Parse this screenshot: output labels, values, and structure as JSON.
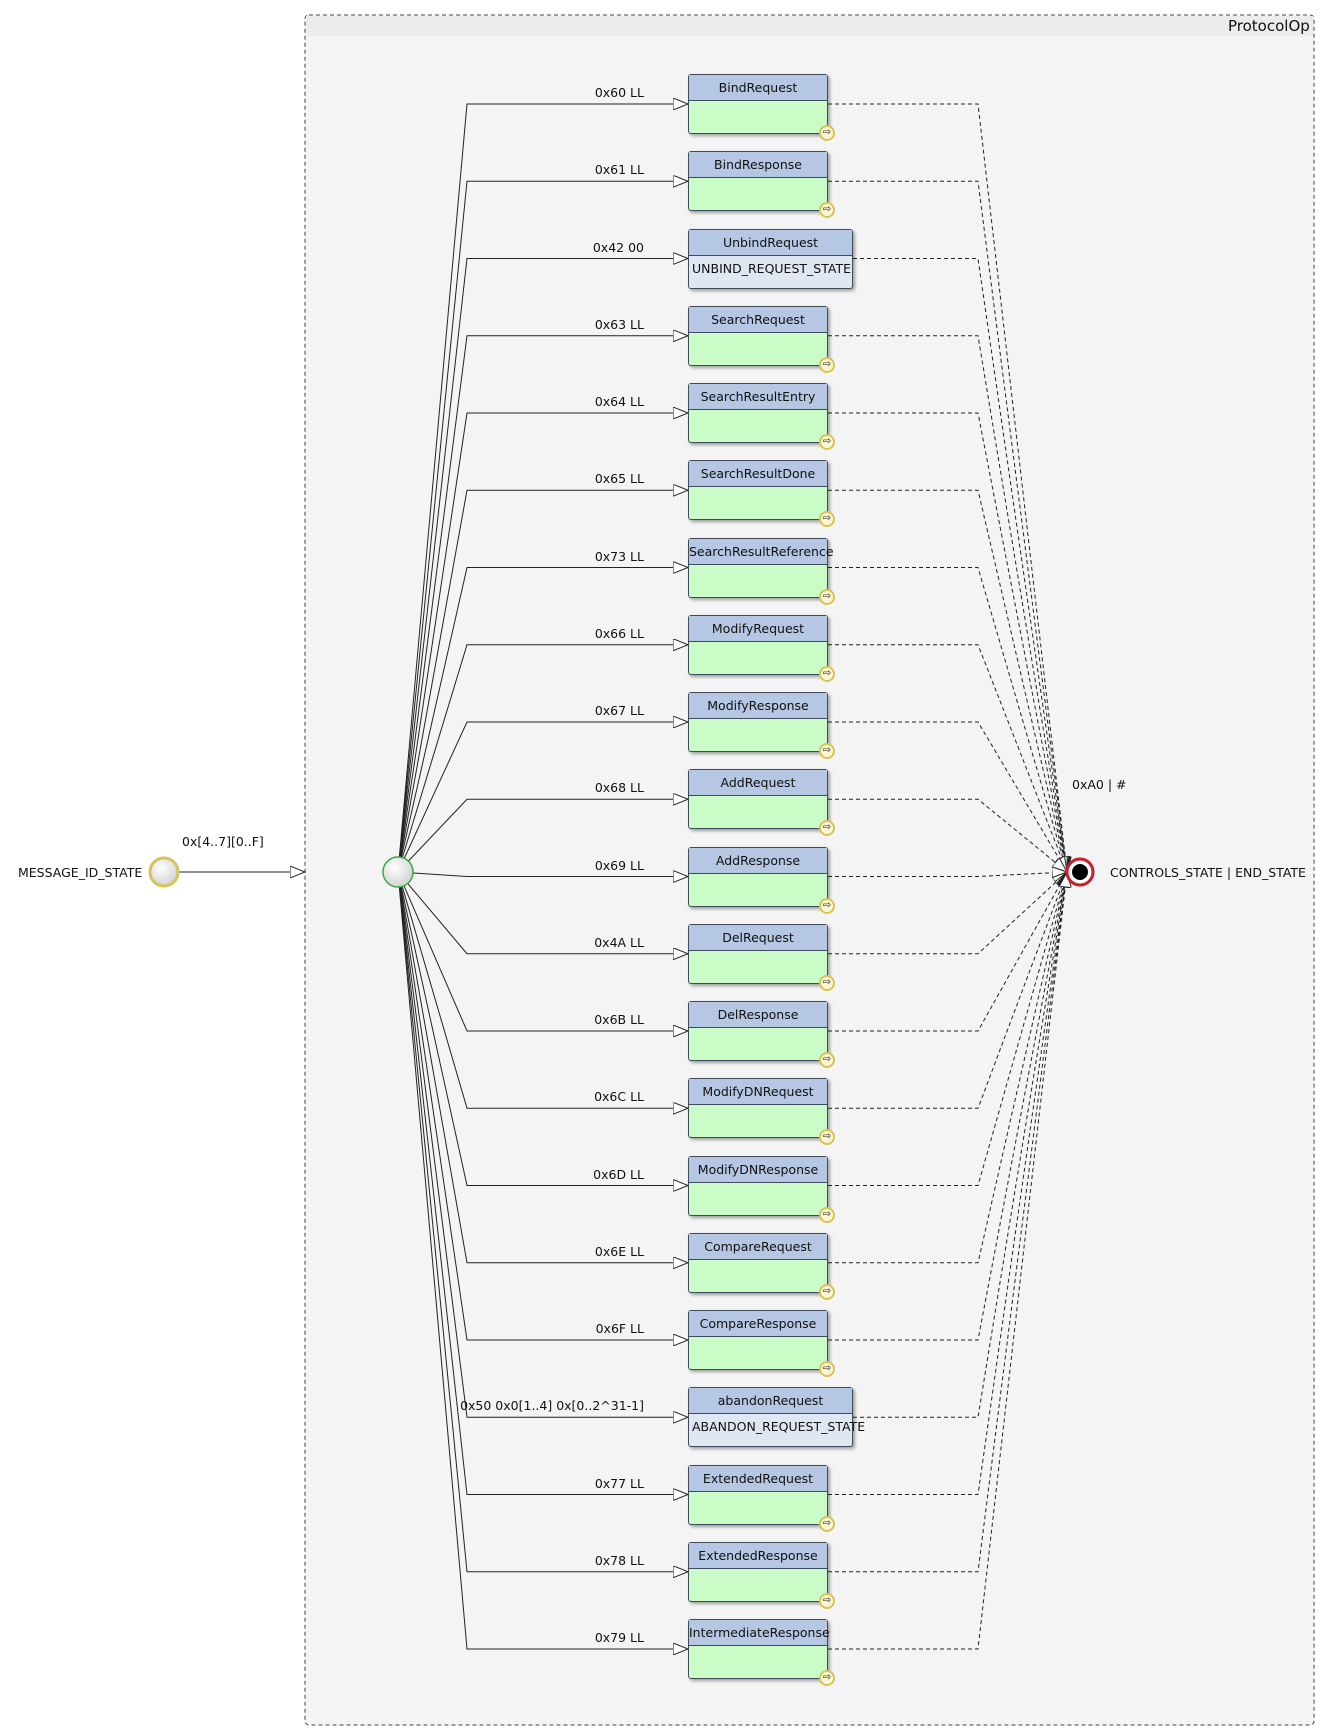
{
  "container": {
    "title": "ProtocolOp"
  },
  "start_state": {
    "label": "MESSAGE_ID_STATE",
    "transition": "0x[4..7][0..F]"
  },
  "end_state": {
    "label": "CONTROLS_STATE | END_STATE",
    "transition": "0xA0 | #"
  },
  "icons": {
    "submachine": "submachine-arrow-icon",
    "submachine_glyph": "⇨"
  },
  "colors": {
    "head": "#b5c7e3",
    "body_green": "#c9fcc7",
    "body_simple": "#dfe7f3",
    "end_ring": "#c81e2a"
  },
  "states": [
    {
      "name": "BindRequest",
      "trigger": "0x60 LL",
      "sub": ""
    },
    {
      "name": "BindResponse",
      "trigger": "0x61 LL",
      "sub": ""
    },
    {
      "name": "UnbindRequest",
      "trigger": "0x42 00",
      "sub": "UNBIND_REQUEST_STATE"
    },
    {
      "name": "SearchRequest",
      "trigger": "0x63 LL",
      "sub": ""
    },
    {
      "name": "SearchResultEntry",
      "trigger": "0x64 LL",
      "sub": ""
    },
    {
      "name": "SearchResultDone",
      "trigger": "0x65 LL",
      "sub": ""
    },
    {
      "name": "SearchResultReference",
      "trigger": "0x73 LL",
      "sub": ""
    },
    {
      "name": "ModifyRequest",
      "trigger": "0x66 LL",
      "sub": ""
    },
    {
      "name": "ModifyResponse",
      "trigger": "0x67 LL",
      "sub": ""
    },
    {
      "name": "AddRequest",
      "trigger": "0x68 LL",
      "sub": ""
    },
    {
      "name": "AddResponse",
      "trigger": "0x69 LL",
      "sub": ""
    },
    {
      "name": "DelRequest",
      "trigger": "0x4A LL",
      "sub": ""
    },
    {
      "name": "DelResponse",
      "trigger": "0x6B LL",
      "sub": ""
    },
    {
      "name": "ModifyDNRequest",
      "trigger": "0x6C LL",
      "sub": ""
    },
    {
      "name": "ModifyDNResponse",
      "trigger": "0x6D LL",
      "sub": ""
    },
    {
      "name": "CompareRequest",
      "trigger": "0x6E LL",
      "sub": ""
    },
    {
      "name": "CompareResponse",
      "trigger": "0x6F LL",
      "sub": ""
    },
    {
      "name": "abandonRequest",
      "trigger": "0x50 0x0[1..4] 0x[0..2^31-1]",
      "sub": "ABANDON_REQUEST_STATE"
    },
    {
      "name": "ExtendedRequest",
      "trigger": "0x77 LL",
      "sub": ""
    },
    {
      "name": "ExtendedResponse",
      "trigger": "0x78 LL",
      "sub": ""
    },
    {
      "name": "IntermediateResponse",
      "trigger": "0x79 LL",
      "sub": ""
    }
  ]
}
